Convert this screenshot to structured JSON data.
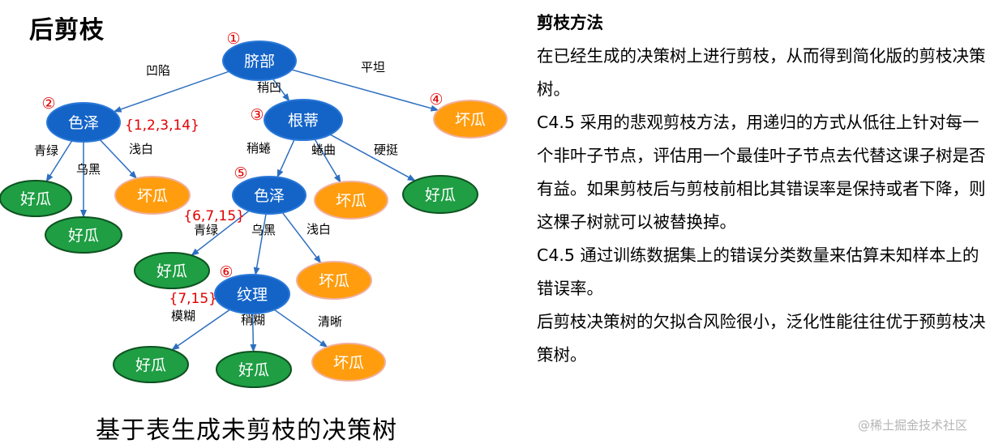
{
  "title": "后剪枝",
  "caption": "基于表生成未剪枝的决策树",
  "colors": {
    "internal_fill": "#1464c8",
    "internal_stroke": "#2a78d8",
    "good_fill": "#1f9e44",
    "good_stroke": "#0e5220",
    "bad_fill": "#ff9d0e",
    "bad_stroke": "#f0b0a0",
    "edge": "#2d6fc0",
    "marker": "#e00000"
  },
  "tree": {
    "nodes": [
      {
        "id": "n1",
        "label": "脐部",
        "kind": "internal"
      },
      {
        "id": "n2",
        "label": "色泽",
        "kind": "internal"
      },
      {
        "id": "n3",
        "label": "根蒂",
        "kind": "internal"
      },
      {
        "id": "n4",
        "label": "坏瓜",
        "kind": "bad"
      },
      {
        "id": "l1",
        "label": "好瓜",
        "kind": "good"
      },
      {
        "id": "l2",
        "label": "好瓜",
        "kind": "good"
      },
      {
        "id": "l3",
        "label": "坏瓜",
        "kind": "bad"
      },
      {
        "id": "n5",
        "label": "色泽",
        "kind": "internal"
      },
      {
        "id": "l4",
        "label": "坏瓜",
        "kind": "bad"
      },
      {
        "id": "l5",
        "label": "好瓜",
        "kind": "good"
      },
      {
        "id": "l6",
        "label": "好瓜",
        "kind": "good"
      },
      {
        "id": "n6",
        "label": "纹理",
        "kind": "internal"
      },
      {
        "id": "l7",
        "label": "坏瓜",
        "kind": "bad"
      },
      {
        "id": "l8",
        "label": "好瓜",
        "kind": "good"
      },
      {
        "id": "l9",
        "label": "好瓜",
        "kind": "good"
      },
      {
        "id": "l10",
        "label": "坏瓜",
        "kind": "bad"
      }
    ],
    "edges": [
      {
        "from": "n1",
        "to": "n2",
        "label": "凹陷"
      },
      {
        "from": "n1",
        "to": "n3",
        "label": "稍凹"
      },
      {
        "from": "n1",
        "to": "n4",
        "label": "平坦"
      },
      {
        "from": "n2",
        "to": "l1",
        "label": "青绿"
      },
      {
        "from": "n2",
        "to": "l2",
        "label": "乌黑"
      },
      {
        "from": "n2",
        "to": "l3",
        "label": "浅白"
      },
      {
        "from": "n3",
        "to": "n5",
        "label": "稍蜷"
      },
      {
        "from": "n3",
        "to": "l4",
        "label": "蜷曲"
      },
      {
        "from": "n3",
        "to": "l5",
        "label": "硬挺"
      },
      {
        "from": "n5",
        "to": "l6",
        "label": "青绿"
      },
      {
        "from": "n5",
        "to": "n6",
        "label": "乌黑"
      },
      {
        "from": "n5",
        "to": "l7",
        "label": "浅白"
      },
      {
        "from": "n6",
        "to": "l8",
        "label": "模糊"
      },
      {
        "from": "n6",
        "to": "l9",
        "label": "稍糊"
      },
      {
        "from": "n6",
        "to": "l10",
        "label": "清晰"
      }
    ],
    "markers": [
      {
        "node": "n1",
        "text": "①"
      },
      {
        "node": "n2",
        "text": "②"
      },
      {
        "node": "n3",
        "text": "③"
      },
      {
        "node": "n4",
        "text": "④"
      },
      {
        "node": "n5",
        "text": "⑤"
      },
      {
        "node": "n6",
        "text": "⑥"
      }
    ],
    "sets": [
      {
        "node": "n2",
        "text": "{1,2,3,14}"
      },
      {
        "node": "n5",
        "text": "{6,7,15}"
      },
      {
        "node": "n6",
        "text": "{7,15}"
      }
    ]
  },
  "right_panel": {
    "heading": "剪枝方法",
    "paragraphs": [
      "在已经生成的决策树上进行剪枝，从而得到简化版的剪枝决策树。",
      "C4.5 采用的悲观剪枝方法，用递归的方式从低往上针对每一个非叶子节点，评估用一个最佳叶子节点去代替这课子树是否有益。如果剪枝后与剪枝前相比其错误率是保持或者下降，则这棵子树就可以被替换掉。",
      "C4.5 通过训练数据集上的错误分类数量来估算未知样本上的错误率。",
      "后剪枝决策树的欠拟合风险很小，泛化性能往往优于预剪枝决策树。"
    ]
  },
  "watermark": "@稀土掘金技术社区"
}
